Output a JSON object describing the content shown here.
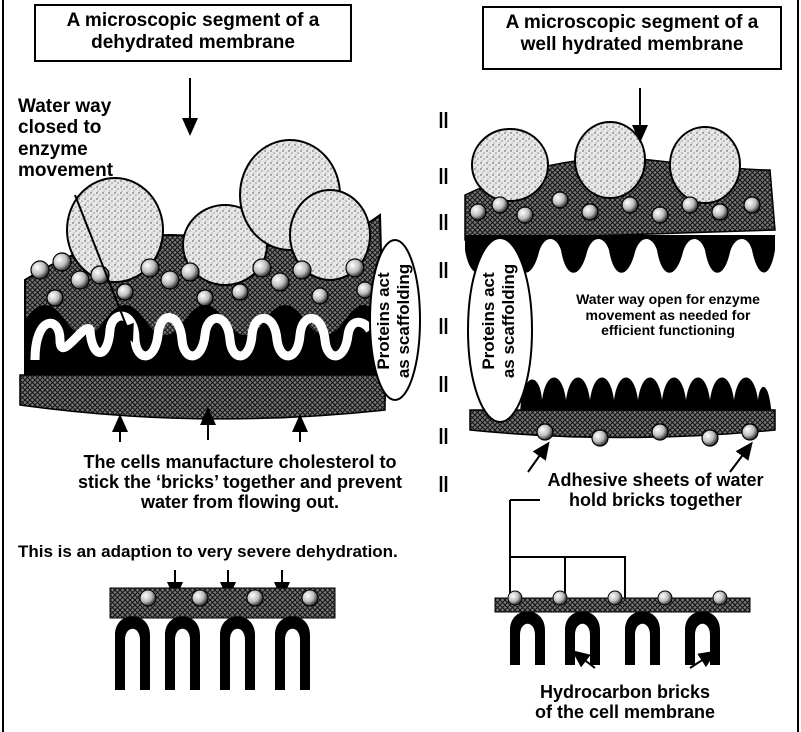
{
  "left_panel": {
    "title": "A microscopic segment of a dehydrated membrane",
    "title_line1": "A microscopic segment of a",
    "title_line2": "dehydrated membrane",
    "waterway_label": [
      "Water way",
      "closed to",
      "enzyme",
      "movement"
    ],
    "scaffold_label": [
      "Proteins act",
      "as scaffolding"
    ],
    "cholesterol_caption": [
      "The cells manufacture cholesterol to",
      "stick the ‘bricks’ together and prevent",
      "water from flowing out."
    ],
    "adaption_caption": "This is an adaption to very severe dehydration."
  },
  "right_panel": {
    "title_line1": "A microscopic segment of a",
    "title_line2": "well hydrated membrane",
    "scaffold_label": [
      "Proteins act",
      "as scaffolding"
    ],
    "waterway_label": [
      "Water way open for enzyme",
      "movement as needed for",
      "efficient functioning"
    ],
    "adhesive_label": [
      "Adhesive sheets of water",
      "hold bricks together"
    ],
    "bricks_label": [
      "Hydrocarbon bricks",
      "of the cell membrane"
    ]
  },
  "colors": {
    "ink": "#000000",
    "paper": "#ffffff",
    "stipple": "#9a9a9a"
  }
}
